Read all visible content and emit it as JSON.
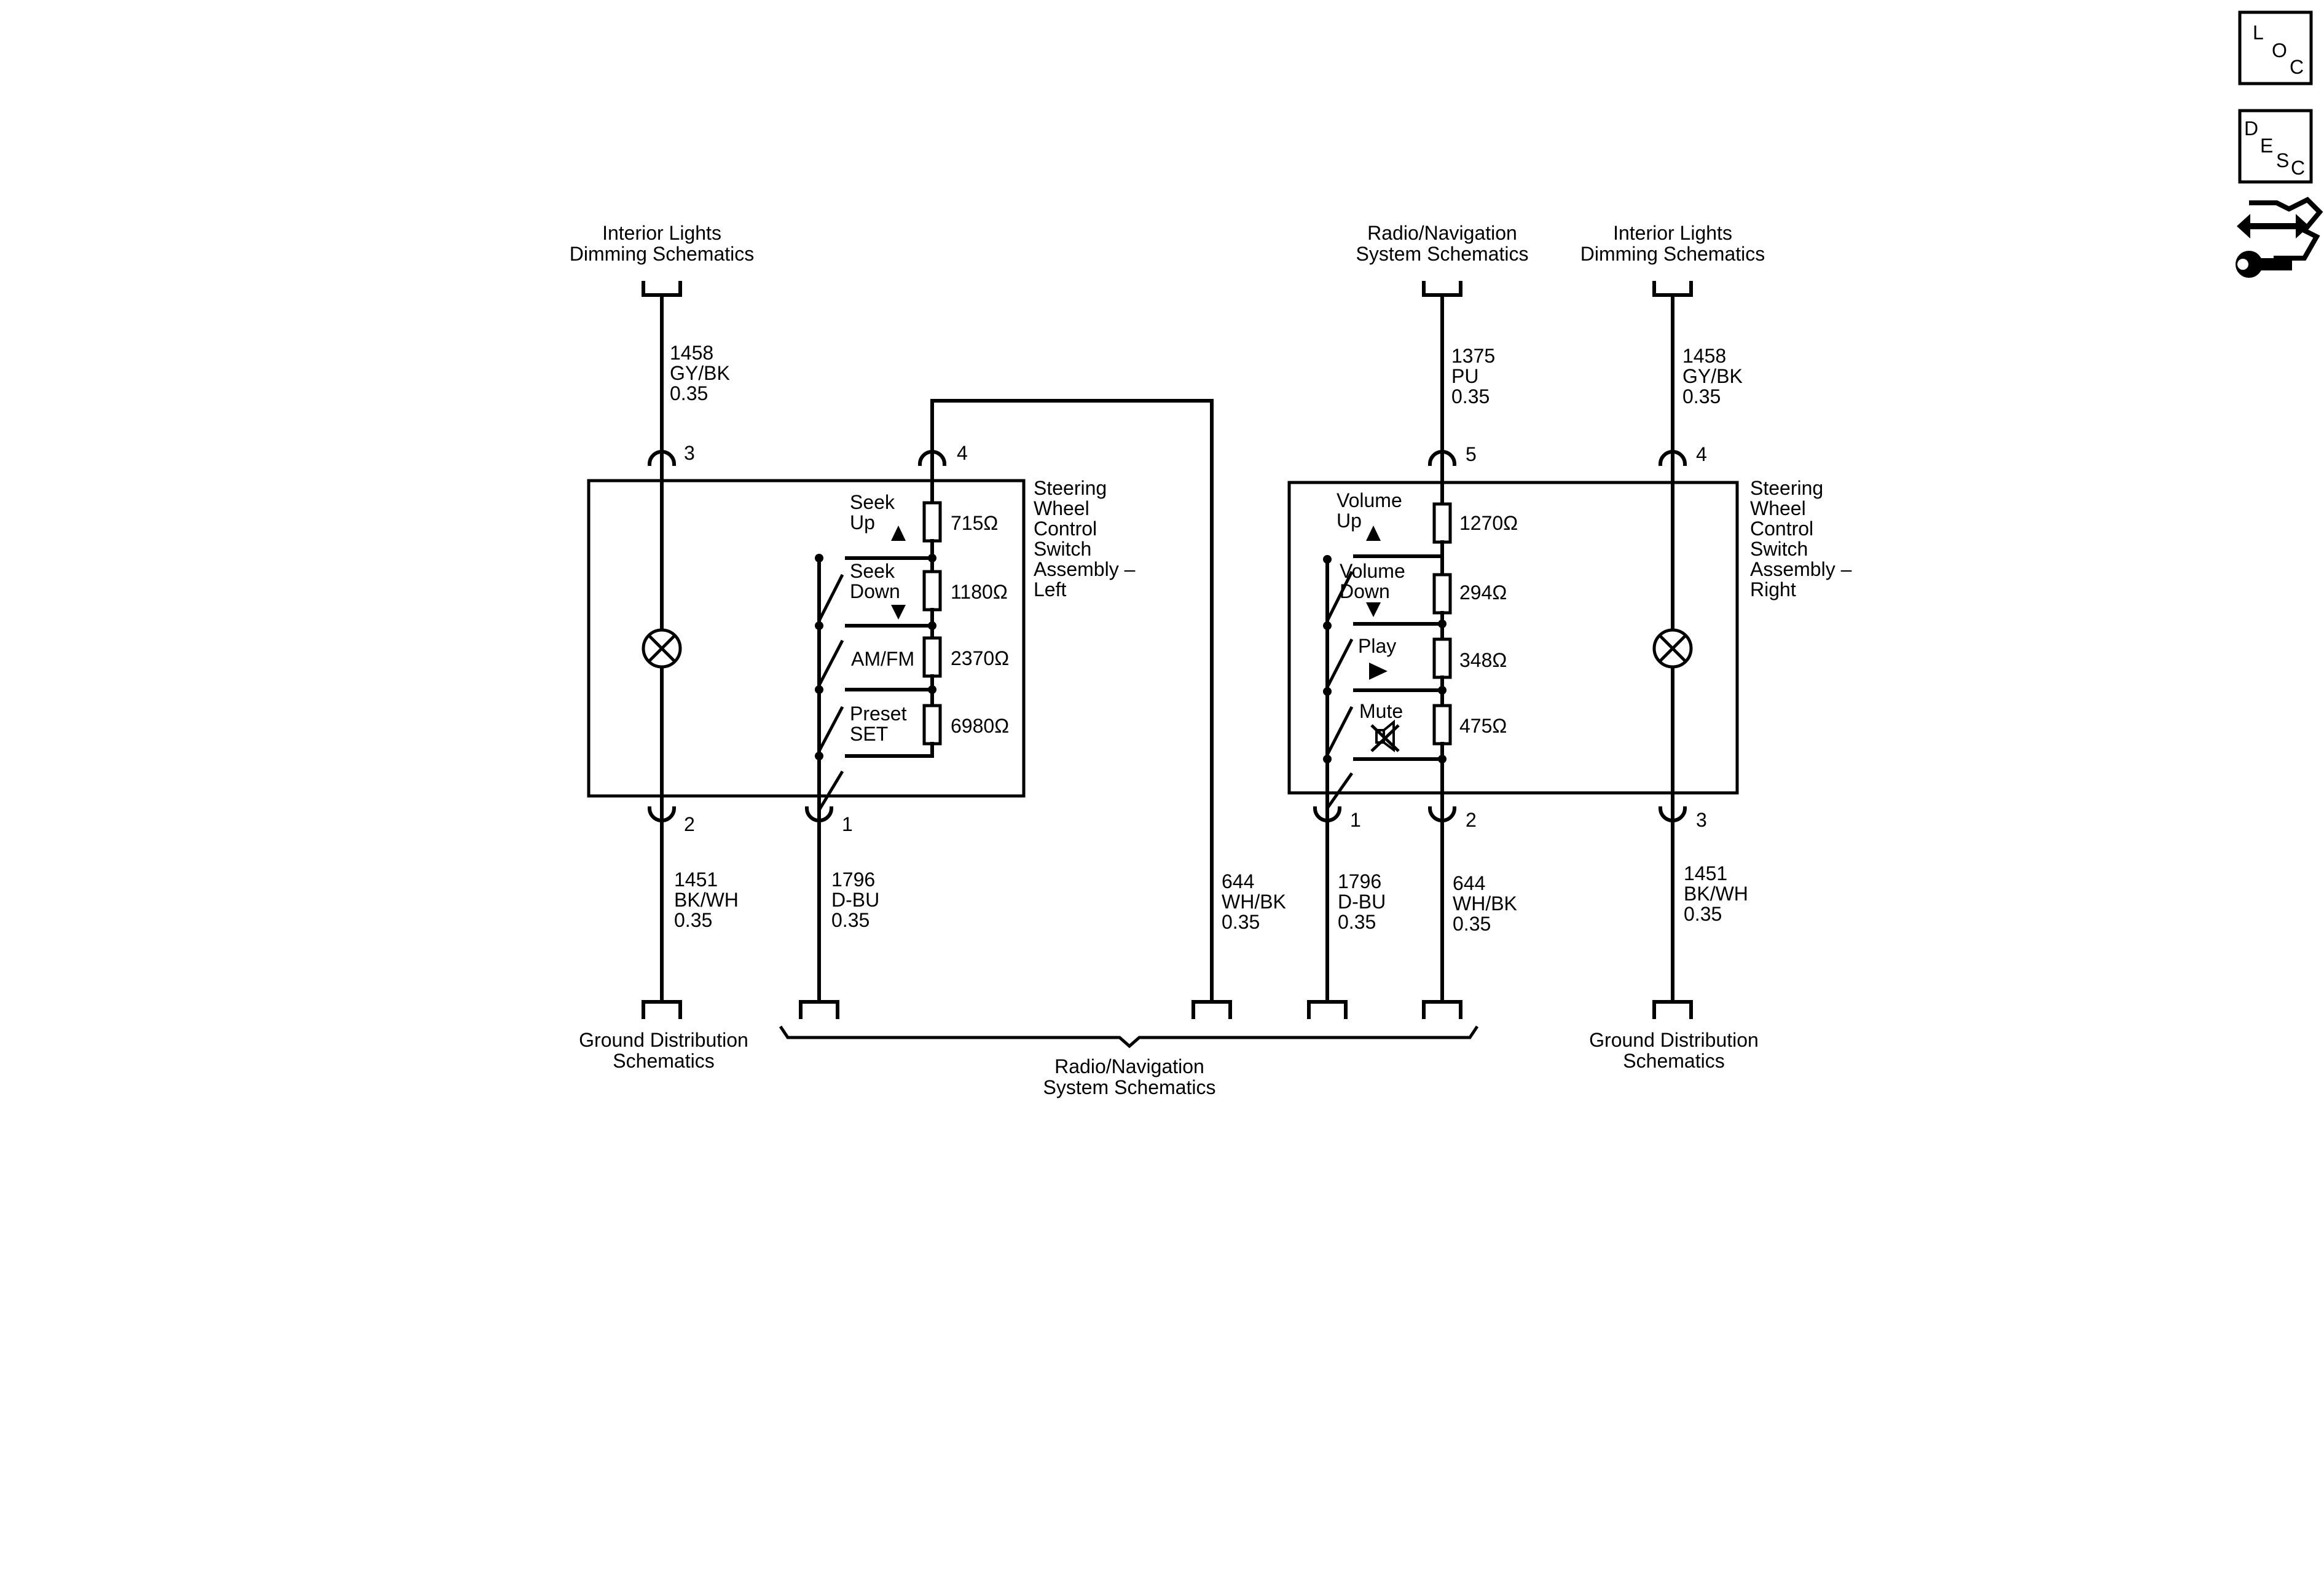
{
  "icons": {
    "loc": [
      "L",
      "O",
      "C"
    ],
    "desc": [
      "D",
      "E",
      "S",
      "C"
    ],
    "service_icon": "arrows-wrench-icon"
  },
  "left_module": {
    "name": [
      "Steering",
      "Wheel",
      "Control",
      "Switch",
      "Assembly –",
      "Left"
    ],
    "pins": {
      "lamp_top": "3",
      "signal_top": "4",
      "ground": "2",
      "signal": "1"
    },
    "switches": [
      {
        "label": [
          "Seek",
          "Up"
        ],
        "resistance": "715Ω",
        "arrow": "up"
      },
      {
        "label": [
          "Seek",
          "Down"
        ],
        "resistance": "1180Ω",
        "arrow": "down"
      },
      {
        "label": [
          "AM/FM"
        ],
        "resistance": "2370Ω",
        "arrow": ""
      },
      {
        "label": [
          "Preset",
          "SET"
        ],
        "resistance": "6980Ω",
        "arrow": ""
      }
    ]
  },
  "right_module": {
    "name": [
      "Steering",
      "Wheel",
      "Control",
      "Switch",
      "Assembly –",
      "Right"
    ],
    "pins": {
      "signal_top": "5",
      "lamp_top": "4",
      "signal": "1",
      "ref": "2",
      "ground": "3"
    },
    "switches": [
      {
        "label": [
          "Volume",
          "Up"
        ],
        "resistance": "1270Ω",
        "arrow": "up"
      },
      {
        "label": [
          "Volume",
          "Down"
        ],
        "resistance": "294Ω",
        "arrow": "down"
      },
      {
        "label": [
          "Play"
        ],
        "resistance": "348Ω",
        "arrow": "right"
      },
      {
        "label": [
          "Mute"
        ],
        "resistance": "475Ω",
        "arrow": "mute"
      }
    ]
  },
  "wires": {
    "l_top_lamp": [
      "1458",
      "GY/BK",
      "0.35"
    ],
    "r_top_signal": [
      "1375",
      "PU",
      "0.35"
    ],
    "r_top_lamp": [
      "1458",
      "GY/BK",
      "0.35"
    ],
    "l_bot_ground": [
      "1451",
      "BK/WH",
      "0.35"
    ],
    "l_bot_signal": [
      "1796",
      "D-BU",
      "0.35"
    ],
    "l_bot_ref": [
      "644",
      "WH/BK",
      "0.35"
    ],
    "r_bot_signal": [
      "1796",
      "D-BU",
      "0.35"
    ],
    "r_bot_ref": [
      "644",
      "WH/BK",
      "0.35"
    ],
    "r_bot_ground": [
      "1451",
      "BK/WH",
      "0.35"
    ]
  },
  "destinations": {
    "l_top": [
      "Interior Lights",
      "Dimming Schematics"
    ],
    "r_top_radio": [
      "Radio/Navigation",
      "System Schematics"
    ],
    "r_top_lights": [
      "Interior Lights",
      "Dimming Schematics"
    ],
    "l_bottom": [
      "Ground Distribution",
      "Schematics"
    ],
    "center_bottom": [
      "Radio/Navigation",
      "System Schematics"
    ],
    "r_bottom": [
      "Ground Distribution",
      "Schematics"
    ]
  }
}
